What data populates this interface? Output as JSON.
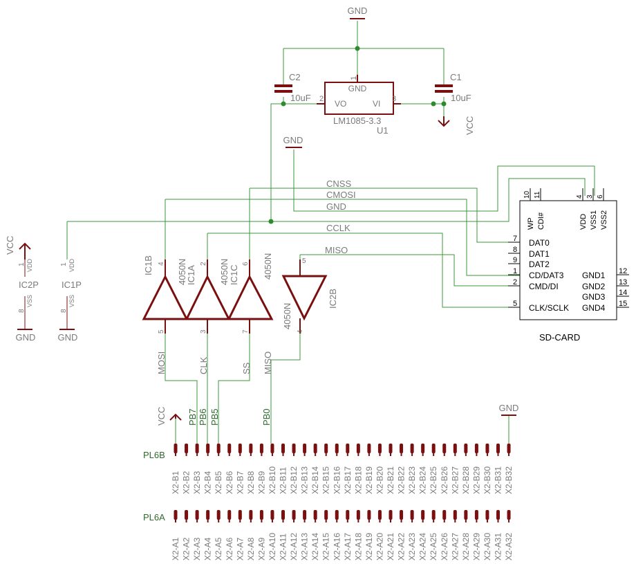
{
  "regulator": {
    "gnd_top": "GND",
    "c2_name": "C2",
    "c2_value": "10uF",
    "c1_name": "C1",
    "c1_value": "10uF",
    "part": "LM1085-3.3",
    "ref": "U1",
    "pin_gnd_num": "1",
    "pin_gnd_label": "GND",
    "pin_vo_num": "2",
    "pin_vo_label": "VO",
    "pin_vi_num": "3",
    "pin_vi_label": "VI",
    "vcc_label": "VCC"
  },
  "nets": {
    "cnss": "CNSS",
    "cmosi": "CMOSI",
    "gnd": "GND",
    "cclk": "CCLK",
    "miso": "MISO",
    "gnd_mid": "GND"
  },
  "sdcard": {
    "name": "SD-CARD",
    "top_pins": [
      {
        "num": "10",
        "label": "WP"
      },
      {
        "num": "11",
        "label": "CDI#"
      },
      {
        "num": "4",
        "label": "VDD"
      },
      {
        "num": "3",
        "label": "VSS1"
      },
      {
        "num": "6",
        "label": "VSS2"
      }
    ],
    "left_pins": [
      {
        "num": "7",
        "label": "DAT0"
      },
      {
        "num": "8",
        "label": "DAT1"
      },
      {
        "num": "9",
        "label": "DAT2"
      },
      {
        "num": "1",
        "label": "CD/DAT3"
      },
      {
        "num": "2",
        "label": "CMD/DI"
      },
      {
        "num": "5",
        "label": "CLK/SCLK"
      }
    ],
    "right_pins": [
      {
        "num": "12",
        "label": "GND1"
      },
      {
        "num": "13",
        "label": "GND2"
      },
      {
        "num": "14",
        "label": "GND3"
      },
      {
        "num": "15",
        "label": "GND4"
      }
    ]
  },
  "power_ics": [
    {
      "vcc": "VCC",
      "vdd_num": "1",
      "vdd_label": "VDD",
      "name": "IC2P",
      "vss_num": "8",
      "vss_label": "VSS",
      "gnd": "GND"
    },
    {
      "vcc": "",
      "vdd_num": "1",
      "vdd_label": "VDD",
      "name": "IC1P",
      "vss_num": "8",
      "vss_label": "VSS",
      "gnd": "GND"
    }
  ],
  "buffers": {
    "ic1b": {
      "name": "IC1B",
      "part": "4050N",
      "in": "4",
      "out": "5"
    },
    "ic1a": {
      "name": "IC1A",
      "part": "4050N",
      "in": "2",
      "out": "3"
    },
    "ic1c": {
      "name": "IC1C",
      "part": "4050N",
      "in": "6",
      "out": "7"
    },
    "ic2b": {
      "name": "IC2B",
      "part": "4050N",
      "in": "5",
      "out": "4"
    }
  },
  "signal_labels": {
    "mosi": "MOSI",
    "clk": "CLK",
    "ss": "SS",
    "miso": "MISO"
  },
  "port_labels": {
    "pb7": "PB7",
    "pb6": "PB6",
    "pb5": "PB5",
    "pb0": "PB0",
    "vcc": "VCC",
    "gnd": "GND"
  },
  "connectors": {
    "b_name": "PL6B",
    "a_name": "PL6A",
    "b_pins": [
      "X2-B1",
      "X2-B2",
      "X2-B3",
      "X2-B4",
      "X2-B5",
      "X2-B6",
      "X2-B7",
      "X2-B8",
      "X2-B9",
      "X2-B10",
      "X2-B11",
      "X2-B12",
      "X2-B13",
      "X2-B14",
      "X2-B15",
      "X2-B16",
      "X2-B17",
      "X2-B18",
      "X2-B19",
      "X2-B20",
      "X2-B21",
      "X2-B22",
      "X2-B23",
      "X2-B24",
      "X2-B25",
      "X2-B26",
      "X2-B27",
      "X2-B28",
      "X2-B29",
      "X2-B30",
      "X2-B31",
      "X2-B32"
    ],
    "a_pins": [
      "X2-A1",
      "X2-A2",
      "X2-A3",
      "X2-A4",
      "X2-A5",
      "X2-A6",
      "X2-A7",
      "X2-A8",
      "X2-A9",
      "X2-A10",
      "X2-A11",
      "X2-A12",
      "X2-A13",
      "X2-A14",
      "X2-A15",
      "X2-A16",
      "X2-A17",
      "X2-A18",
      "X2-A19",
      "X2-A20",
      "X2-A21",
      "X2-A22",
      "X2-A23",
      "X2-A24",
      "X2-A25",
      "X2-A26",
      "X2-A27",
      "X2-A28",
      "X2-A29",
      "X2-A30",
      "X2-A31",
      "X2-A32"
    ]
  }
}
